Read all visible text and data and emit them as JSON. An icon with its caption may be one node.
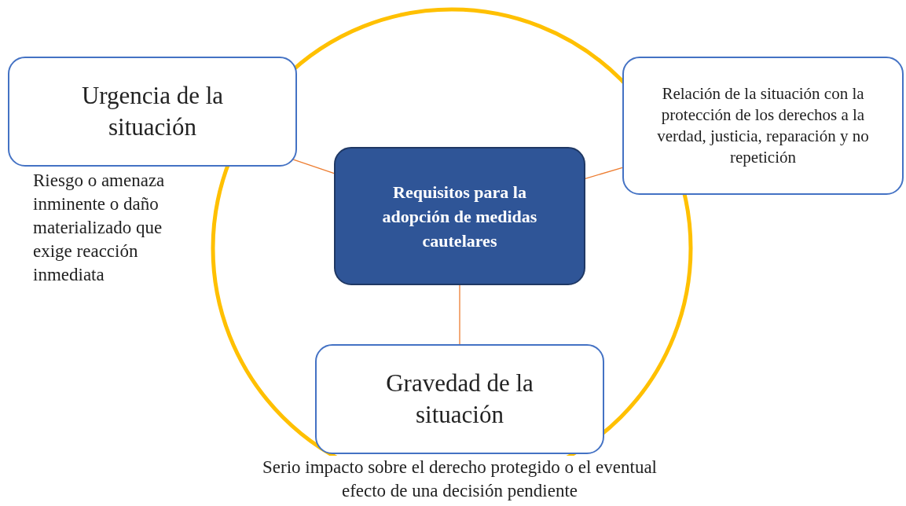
{
  "diagram": {
    "nodes": [
      {
        "text": [
          "Urgencia de la situación"
        ],
        "beside": [
          "Riesgo o amenaza inminente o daño materializado que exige reacción inmediata"
        ]
      },
      {
        "text": [
          "Relación de la situación con la protección de los derechos a la verdad, justicia, reparación y no repetición"
        ]
      },
      {
        "text": [
          "Requisitos para la adopción de medidas cautelares"
        ]
      },
      {
        "text": [
          "Gravedad de la situación"
        ],
        "beside": [
          "Serio impacto sobre el derecho protegido o el eventual efecto de una decisión pendiente"
        ]
      }
    ],
    "edges": [
      {
        "from": 2,
        "to": 0,
        "arrow": "none"
      },
      {
        "from": 2,
        "to": 1,
        "arrow": "none"
      },
      {
        "from": 2,
        "to": 3,
        "arrow": "none"
      }
    ]
  }
}
